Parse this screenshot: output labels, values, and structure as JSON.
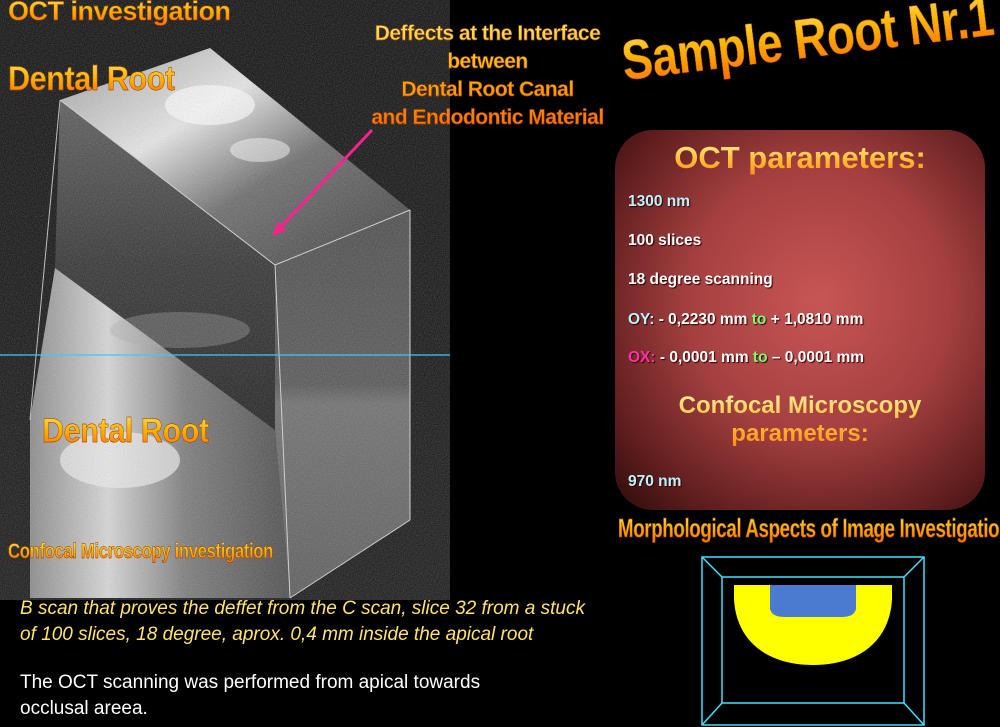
{
  "left_panel": {
    "title_oct": "OCT investigation",
    "title_dental_top": "Dental Root",
    "title_dental_bottom": "Dental Root",
    "title_confocal": "Confocal Microscopy investigation"
  },
  "defects_label": {
    "line1": "Deffects at the Interface",
    "line2": "between",
    "line3": "Dental Root Canal",
    "line4": "and Endodontic Material"
  },
  "sample_title": "Sample Root Nr.1",
  "oct_parameters": {
    "heading": "OCT parameters:",
    "wavelength": "1300 nm",
    "slices": "100 slices",
    "degree": "18 degree scanning",
    "oy": {
      "label": "OY:",
      "from": " - 0,2230 mm ",
      "to_word": "to",
      "to_value": " + 1,0810 mm"
    },
    "ox": {
      "label": "OX:",
      "from": " - 0,0001 mm ",
      "to_word": "to",
      "to_value": " – 0,0001 mm"
    }
  },
  "confocal_parameters": {
    "heading_line1": "Confocal Microscopy",
    "heading_line2": "parameters:",
    "wavelength": "970 nm"
  },
  "morphological_title": "Morphological Aspects of Image Investigation",
  "captions": {
    "bscan_line1": "B scan that proves the deffet from the C scan, slice 32 from a stuck",
    "bscan_line2": "of 100 slices, 18 degree, aprox. 0,4 mm inside the apical root",
    "scan_line1": "The OCT scanning was performed from apical towards",
    "scan_line2": "occlusal areea."
  },
  "colors": {
    "title_orange": "#ff9a00",
    "param_box": "#b54848",
    "caption_yellow": "#ffe36a",
    "arrow": "#ff1f8e",
    "guide_line": "#3fc7ff",
    "diagram_outline": "#3fe0ff",
    "diagram_arc": "#ffff00",
    "diagram_fill": "#4a7bd0"
  }
}
